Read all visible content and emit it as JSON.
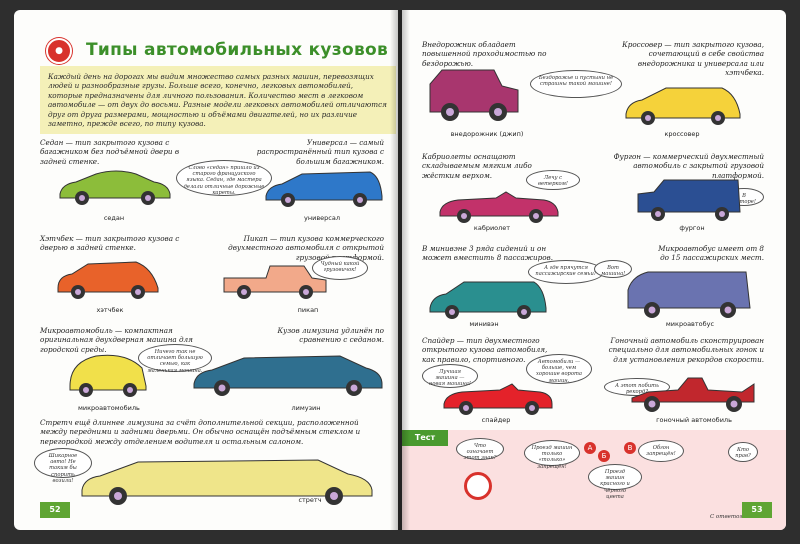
{
  "left": {
    "title": "Типы автомобильных кузовов",
    "intro": "Каждый день на дорогах мы видим множество самых разных машин, перевозящих людей и разнообразные грузы. Больше всего, конечно, легковых автомобилей, которые предназначены для личного пользования. Количество мест в легковом автомобиле — от двух до восьми. Разные модели легковых автомобилей отличаются друг от друга размерами, мощностью и объёмами двигателей, но их различие заметно, прежде всего, по типу кузова.",
    "sedan_text": "Седан — тип закрытого кузова с багажником без подъёмной двери в задней стенке.",
    "universal_text": "Универсал — самый распространённый тип кузова с большим багажником.",
    "bubble1": "Слово «седан» пришло из старого французского языка. Седан, где мастера делали отличные дорожные кареты.",
    "sedan_label": "седан",
    "universal_label": "универсал",
    "hatchback_text": "Хэтчбек — тип закрытого кузова с дверью в задней стенке.",
    "pickup_text": "Пикап — тип кузова коммерческого двухместного автомобиля с открытой грузовой платформой.",
    "bubble2": "Чудный какой грузовичок!",
    "hatchback_label": "хэтчбек",
    "pickup_label": "пикап",
    "micro_text": "Микроавтомобиль — компактная оригинальная двухдверная машина для городской среды.",
    "limo_text": "Кузов лимузина удлинён по сравнению с седаном.",
    "bubble3": "Ничего так не отличает большую семью, как маленькая машина.",
    "micro_label": "микроавтомобиль",
    "limo_label": "лимузин",
    "stretch_text": "Стретч ещё длиннее лимузина за счёт дополнительной секции, расположенной между передними и задними дверьми. Он обычно оснащён подъёмным стеклом и перегородкой между отделением водителя и остальным салоном.",
    "bubble4": "Шикарное авто! Не таким бы спорить возили!",
    "stretch_label": "стретч",
    "page_number": "52"
  },
  "right": {
    "offroad_text": "Внедорожник обладает повышенной проходимостью по бездорожью.",
    "crossover_text": "Кроссовер — тип закрытого кузова, сочетающий в себе свойства внедорожника и универсала или хэтчбека.",
    "bubble1": "Бездорожье и пустыни не страшны такой машине!",
    "offroad_label": "внедорожник (джип)",
    "crossover_label": "кроссовер",
    "cabrio_text": "Кабриолеты оснащают складываемым мягким либо жёстким верхом.",
    "van_text": "Фургон — коммерческий двухместный автомобиль с закрытой грузовой платформой.",
    "bubble2": "Лечу с ветерком!",
    "bubble3": "В моторе!",
    "cabrio_label": "кабриолет",
    "van_label": "фургон",
    "minivan_text": "В минивэне 3 ряда сидений и он может вместить 8 пассажиров.",
    "microbus_text": "Микроавтобус имеет от 8 до 15 пассажирских мест.",
    "bubble4": "А где прячутся пассажирские семьи?",
    "bubble5": "Вот машина!",
    "minivan_label": "минивэн",
    "microbus_label": "микроавтобус",
    "spider_text": "Спайдер — тип двухместного открытого кузова автомобиля, как правило, спортивного.",
    "race_text": "Гоночный автомобиль сконструирован специально для автомобильных гонок и для установления рекордов скорости.",
    "bubble6": "Лучшая машина — новая машина!",
    "bubble7": "Автомобили — больше, чем хорошие ворота машин.",
    "bubble8": "А этот побить рекорд?",
    "spider_label": "спайдер",
    "race_label": "гоночный автомобиль",
    "test_tag": "Тест",
    "test_q1": "Что означает этот знак?",
    "test_q2": "Проезд машин только «только» запрещён!",
    "test_q3": "Обгон запрещён!",
    "test_q4": "Проезд машин красного и чёрного цвета",
    "test_q5": "Кто прав?",
    "test_letters": [
      "А",
      "Б",
      "В"
    ],
    "footnote": "С ответом",
    "page_number": "53"
  }
}
